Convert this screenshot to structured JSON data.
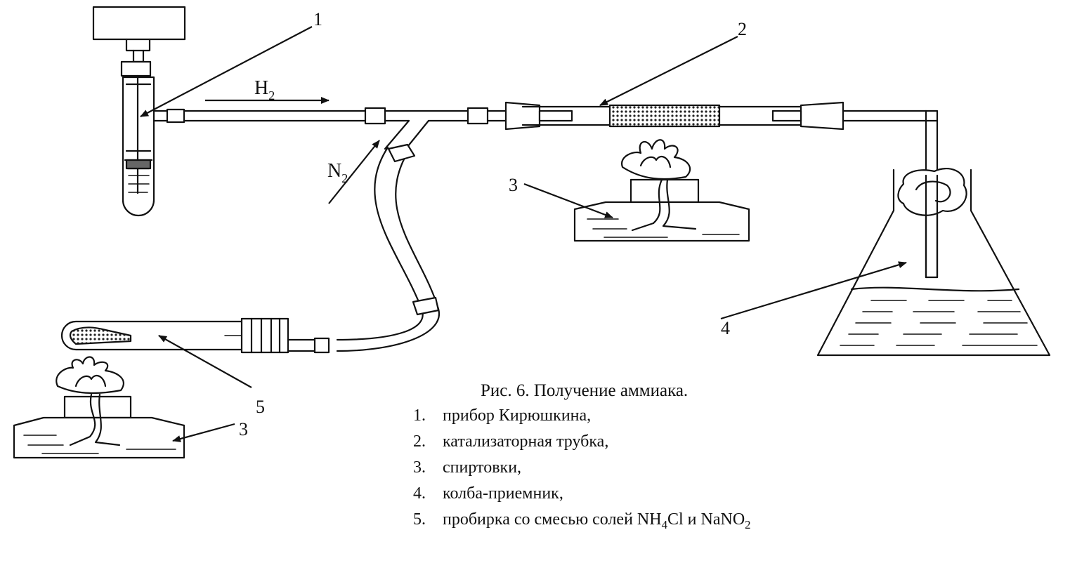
{
  "caption": {
    "title": "Рис. 6. Получение аммиака.",
    "items": [
      {
        "num": "1.",
        "text": "прибор Кирюшкина,"
      },
      {
        "num": "2.",
        "text": "катализаторная трубка,"
      },
      {
        "num": "3.",
        "text": "спиртовки,"
      },
      {
        "num": "4.",
        "text": "колба-приемник,"
      },
      {
        "num": "5.",
        "text_before": "пробирка со смесью солей NH",
        "sub1": "4",
        "text_middle": "Cl и NaNO",
        "sub2": "2"
      }
    ]
  },
  "callouts": {
    "c1": "1",
    "c2": "2",
    "c3a": "3",
    "c3b": "3",
    "c4": "4",
    "c5": "5"
  },
  "gases": {
    "h2_base": "H",
    "h2_sub": "2",
    "n2_base": "N",
    "n2_sub": "2"
  }
}
